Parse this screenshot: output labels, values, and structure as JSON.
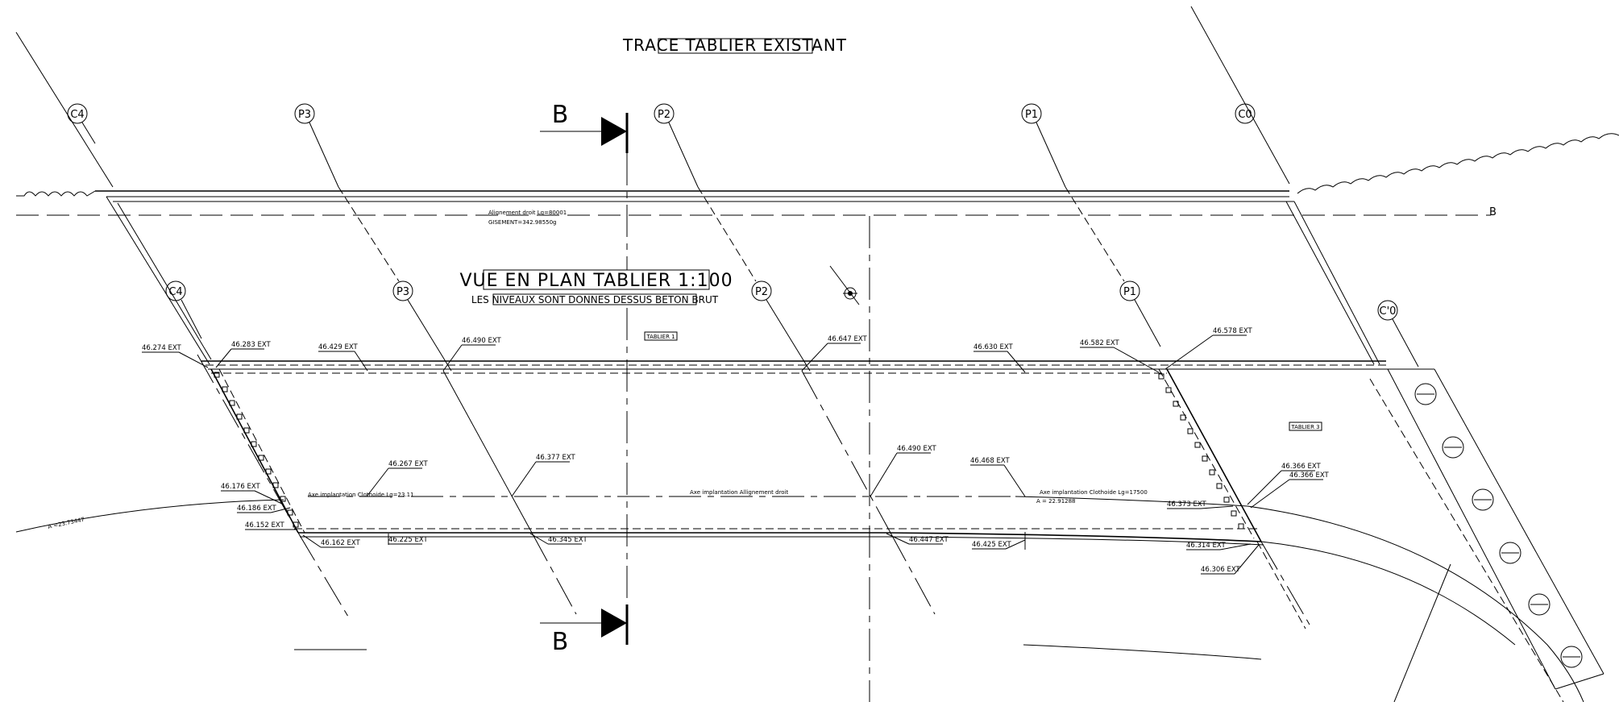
{
  "titles": {
    "existing": "TRACE TABLIER EXISTANT",
    "plan": "VUE EN PLAN TABLIER 1:100",
    "levels_note": "LES NIVEAUX SONT DONNES DESSUS BETON BRUT",
    "tablier1": "TABLIER 1",
    "tablier3": "TABLIER 3"
  },
  "section": {
    "top": "B",
    "bottom": "B",
    "axis_end": "B"
  },
  "existing_axes": [
    "C4",
    "P3",
    "P2",
    "P1",
    "C0"
  ],
  "deck_axes": [
    "C4",
    "P3",
    "P2",
    "P1",
    "C'0"
  ],
  "alignment": {
    "line1": "Alignement droit   Lg=80001",
    "line2": "GISEMENT=342.98550g",
    "center_axis": "Axe implantation Allignement droit",
    "clothoid": "Axe implantation Clothoide  Lg=17500",
    "clothoid_a": "A = 22.91288",
    "left_clothoid": "Axe implantation Clothoide Lg=23.11",
    "curve_a": "A =23.73447"
  },
  "levels": {
    "top": [
      "46.274 EXT",
      "46.283 EXT",
      "46.429 EXT",
      "46.490 EXT",
      "46.647 EXT",
      "46.630 EXT",
      "46.582 EXT",
      "46.578 EXT"
    ],
    "middle": [
      "46.176 EXT",
      "46.186 EXT",
      "46.152 EXT",
      "46.267 EXT",
      "46.377 EXT",
      "46.490 EXT",
      "46.468 EXT",
      "46.373 EXT",
      "46.366 EXT",
      "46.366 EXT"
    ],
    "bottom": [
      "46.162 EXT",
      "46.225 EXT",
      "46.345 EXT",
      "46.447 EXT",
      "46.425 EXT",
      "46.314 EXT",
      "46.306 EXT"
    ]
  }
}
